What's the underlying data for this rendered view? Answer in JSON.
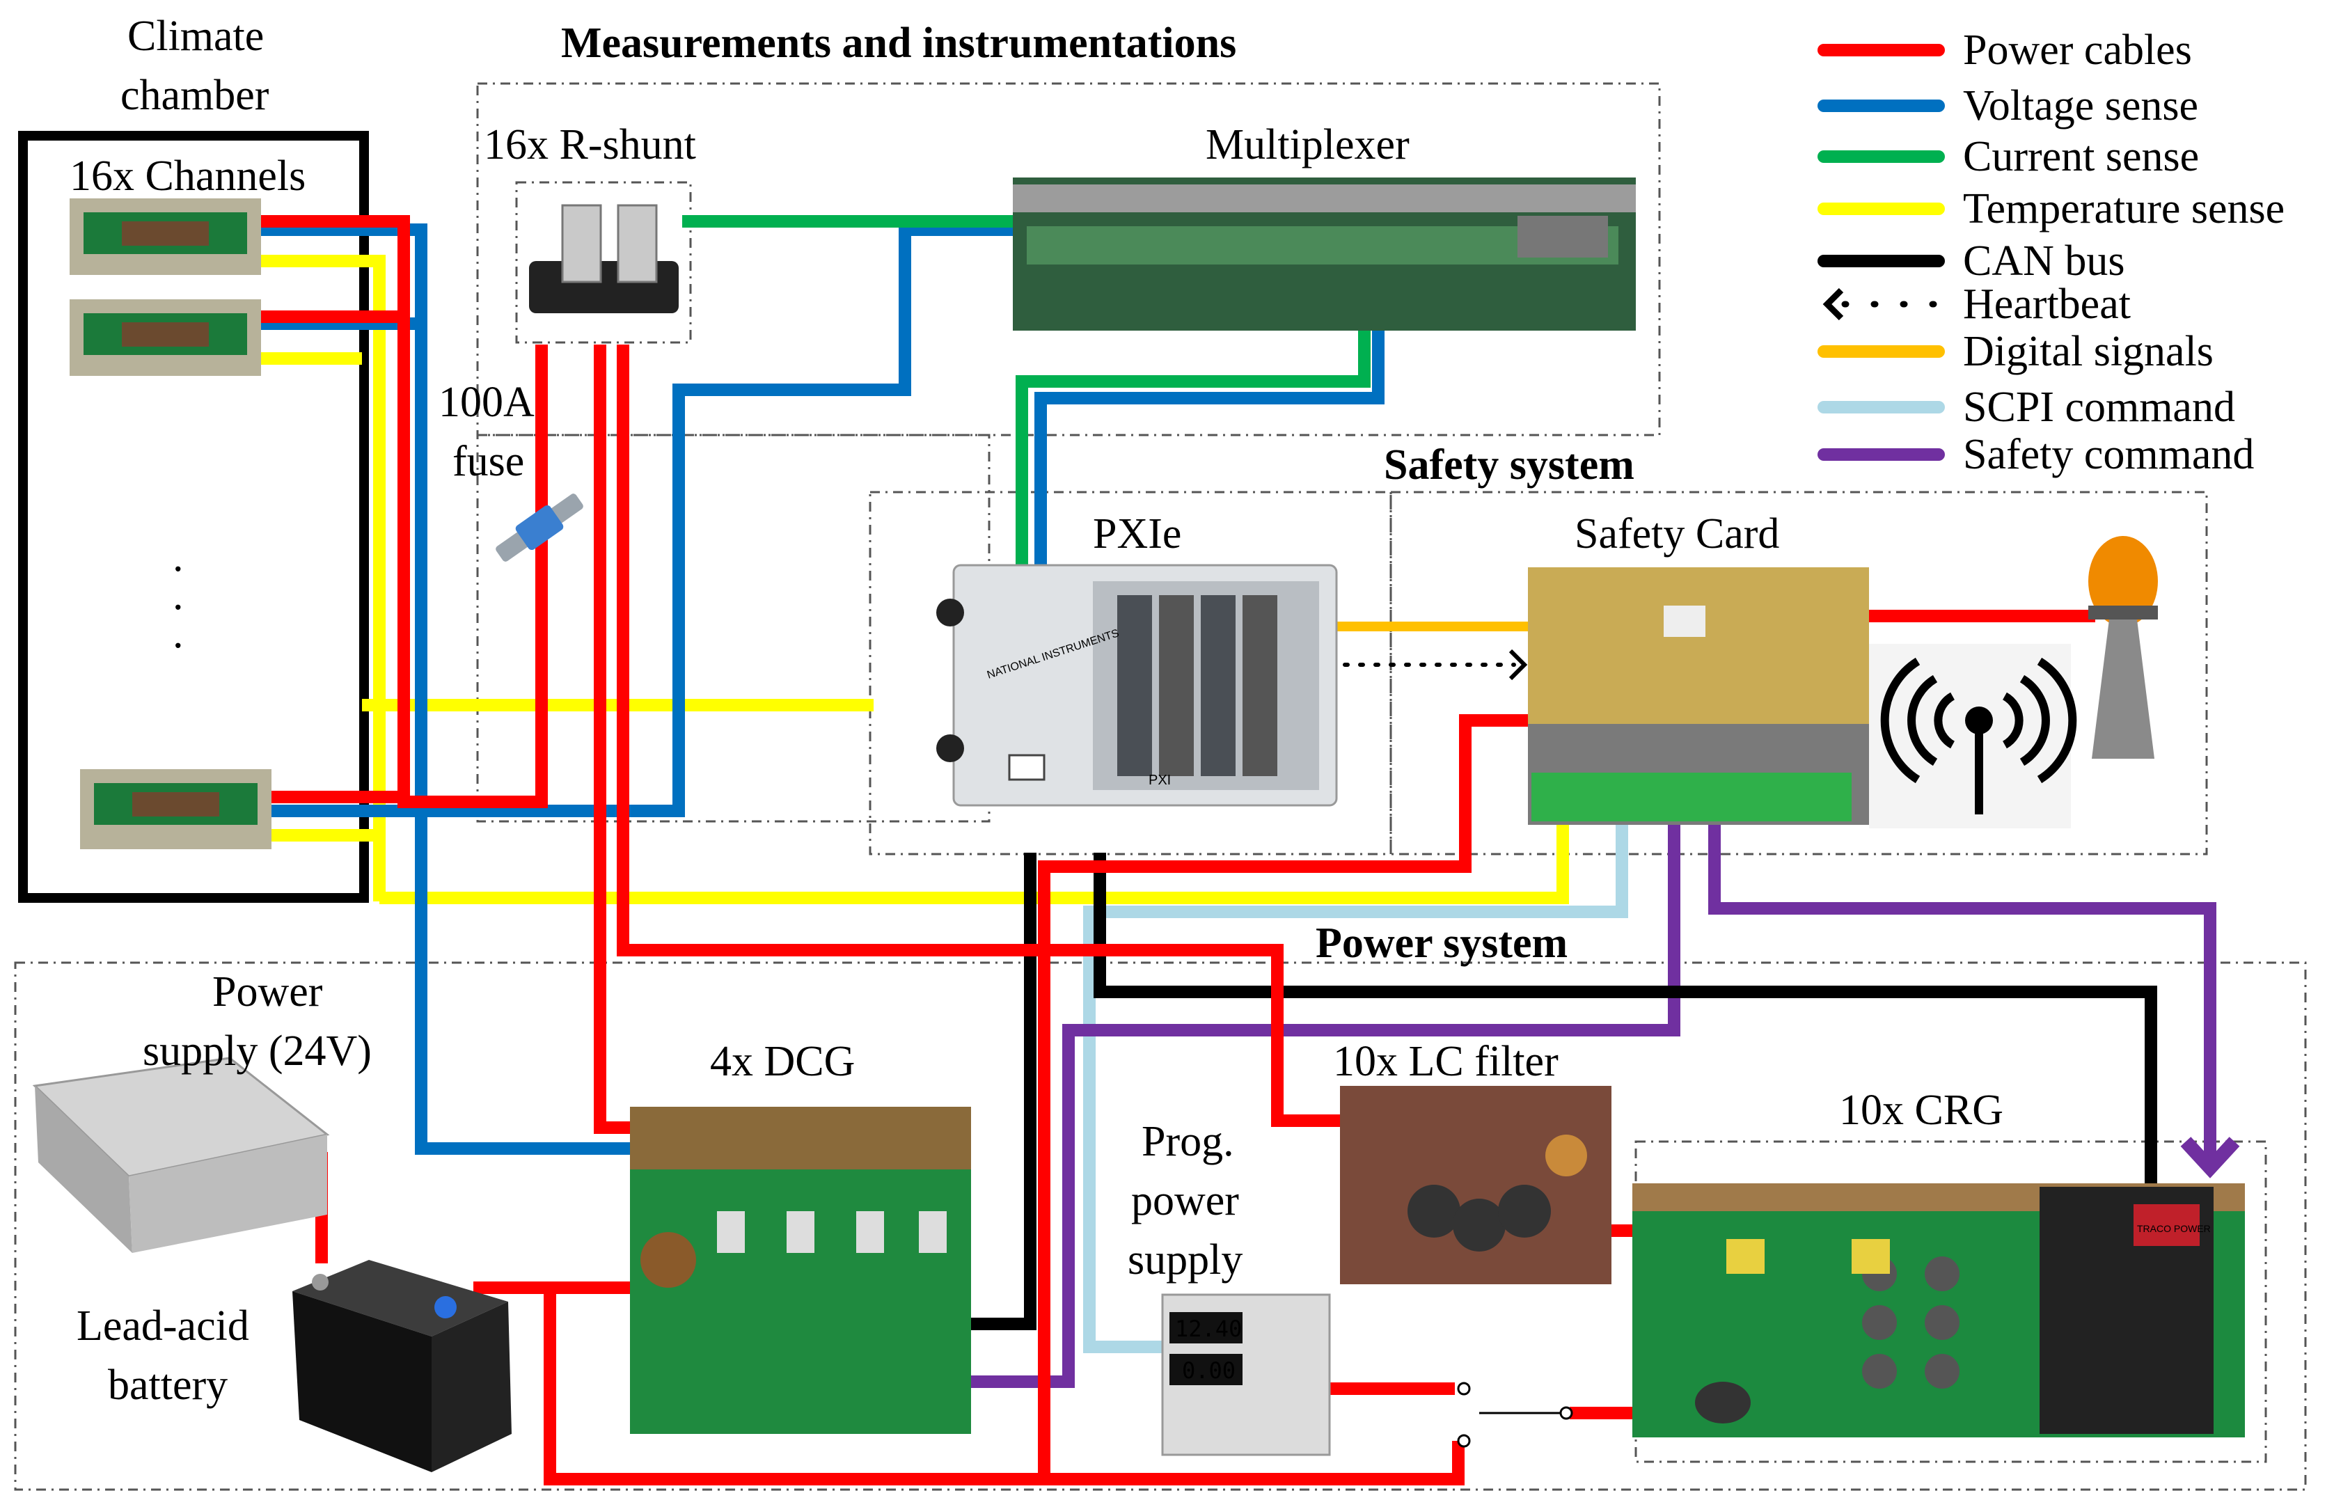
{
  "title": "Measurements and instrumentations",
  "labels": {
    "climate_chamber_line1": "Climate",
    "climate_chamber_line2": "chamber",
    "channels": "16x Channels",
    "vdots": ".",
    "r_shunt": "16x R-shunt",
    "multiplexer": "Multiplexer",
    "fuse_line1": "100A",
    "fuse_line2": "fuse",
    "pxie": "PXIe",
    "safety_system": "Safety system",
    "safety_card": "Safety Card",
    "power_system": "Power system",
    "power_supply_line1": "Power",
    "power_supply_line2": "supply (24V)",
    "dcg": "4x DCG",
    "lc_filter": "10x LC filter",
    "crg": "10x CRG",
    "prog_line1": "Prog.",
    "prog_line2": "power",
    "prog_line3": "supply",
    "battery_line1": "Lead-acid",
    "battery_line2": "battery",
    "pxie_brand": "NATIONAL INSTRUMENTS",
    "pxi_label": "PXI",
    "psu_display_top": "12.40",
    "psu_display_bottom": "0.00",
    "traco_label": "TRACO POWER"
  },
  "legend": [
    {
      "label": "Power cables",
      "color": "#ff0000",
      "style": "solid"
    },
    {
      "label": "Voltage sense",
      "color": "#0070c0",
      "style": "solid"
    },
    {
      "label": "Current sense",
      "color": "#00b050",
      "style": "solid"
    },
    {
      "label": "Temperature sense",
      "color": "#ffff00",
      "style": "solid"
    },
    {
      "label": "CAN bus",
      "color": "#000000",
      "style": "solid"
    },
    {
      "label": "Heartbeat",
      "color": "#000000",
      "style": "dotted-arrow"
    },
    {
      "label": "Digital signals",
      "color": "#ffc000",
      "style": "solid"
    },
    {
      "label": "SCPI command",
      "color": "#add8e6",
      "style": "solid"
    },
    {
      "label": "Safety command",
      "color": "#7030a0",
      "style": "solid"
    }
  ],
  "colors": {
    "power": "#ff0000",
    "voltage": "#0070c0",
    "current": "#00b050",
    "temperature": "#ffff00",
    "can": "#000000",
    "digital": "#ffc000",
    "scpi": "#add8e6",
    "safety": "#7030a0",
    "pcb_green": "#1f7a3a",
    "box_border": "#555555"
  }
}
